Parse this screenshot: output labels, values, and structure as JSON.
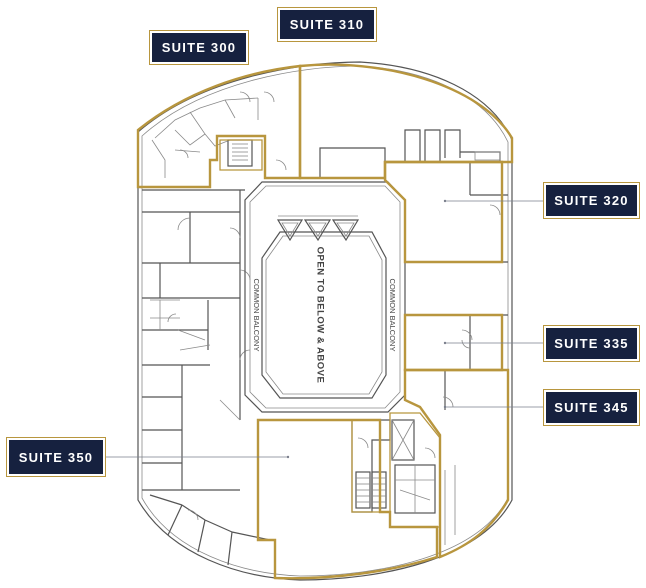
{
  "suites": [
    {
      "id": "300",
      "label": "SUITE 300"
    },
    {
      "id": "310",
      "label": "SUITE 310"
    },
    {
      "id": "320",
      "label": "SUITE 320"
    },
    {
      "id": "335",
      "label": "SUITE 335"
    },
    {
      "id": "345",
      "label": "SUITE 345"
    },
    {
      "id": "350",
      "label": "SUITE 350"
    }
  ],
  "plan_text": {
    "atrium": "OPEN TO BELOW & ABOVE",
    "balcony_left": "COMMON BALCONY",
    "balcony_right": "COMMON BALCONY"
  },
  "colors": {
    "label_bg": "#16213f",
    "highlight": "#b8963e",
    "walls": "#555555"
  }
}
